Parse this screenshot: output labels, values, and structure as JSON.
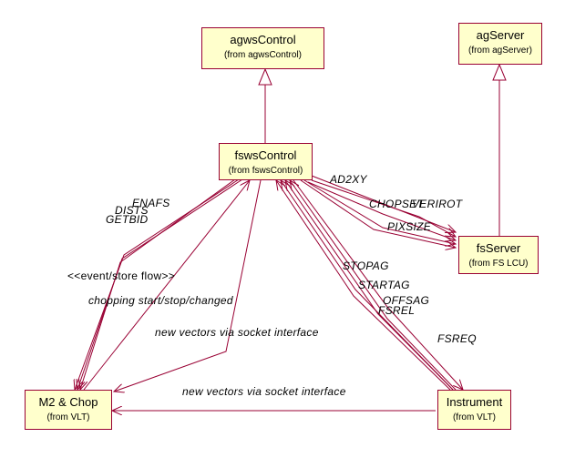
{
  "diagram": {
    "type": "uml-class-collaboration",
    "colors": {
      "line": "#990033",
      "box_fill": "#ffffcc",
      "box_border": "#990033",
      "text": "#000000"
    },
    "classes": [
      {
        "id": "agwsControl",
        "name": "agwsControl",
        "from": "(from agwsControl)"
      },
      {
        "id": "agServer",
        "name": "agServer",
        "from": "(from agServer)"
      },
      {
        "id": "fswsControl",
        "name": "fswsControl",
        "from": "(from fswsControl)"
      },
      {
        "id": "fsServer",
        "name": "fsServer",
        "from": "(from FS LCU)"
      },
      {
        "id": "m2chop",
        "name": "M2 & Chop",
        "from": "(from VLT)"
      },
      {
        "id": "instrument",
        "name": "Instrument",
        "from": "(from VLT)"
      }
    ],
    "generalizations": [
      {
        "from": "fswsControl",
        "to": "agwsControl"
      },
      {
        "from": "fsServer",
        "to": "agServer"
      }
    ],
    "labels": {
      "enafs": "ENAFS",
      "dists": "DISTS",
      "getbid": "GETBID",
      "stereotype": "<<event/store flow>>",
      "chopping": "chopping start/stop/changed",
      "newvectors1": "new vectors via socket interface",
      "newvectors2": "new vectors via socket interface",
      "ad2xy": "AD2XY",
      "chopset": "CHOPSET",
      "verirot": "VERIROT",
      "pixsize": "PIXSIZE",
      "stopag": "STOPAG",
      "startag": "STARTAG",
      "offsag": "OFFSAG",
      "fsrel": "FSREL",
      "fsreq": "FSREQ"
    }
  }
}
